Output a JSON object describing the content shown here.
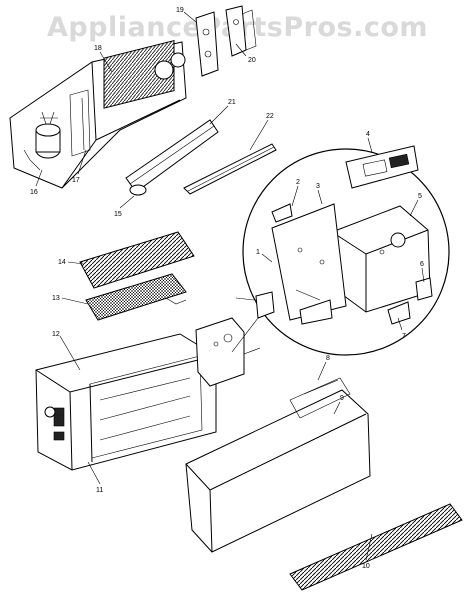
{
  "watermark": "AppliancePartsPros.com",
  "callouts": {
    "p1": "1",
    "p2": "2",
    "p3": "3",
    "p4": "4",
    "p5": "5",
    "p6": "6",
    "p7": "7",
    "p8": "8",
    "p9": "9",
    "p10": "10",
    "p11": "11",
    "p12": "12",
    "p13": "13",
    "p14": "14",
    "p15": "15",
    "p16": "16",
    "p17": "17",
    "p18": "18",
    "p19": "19",
    "p20": "20",
    "p21": "21",
    "p22": "22"
  }
}
